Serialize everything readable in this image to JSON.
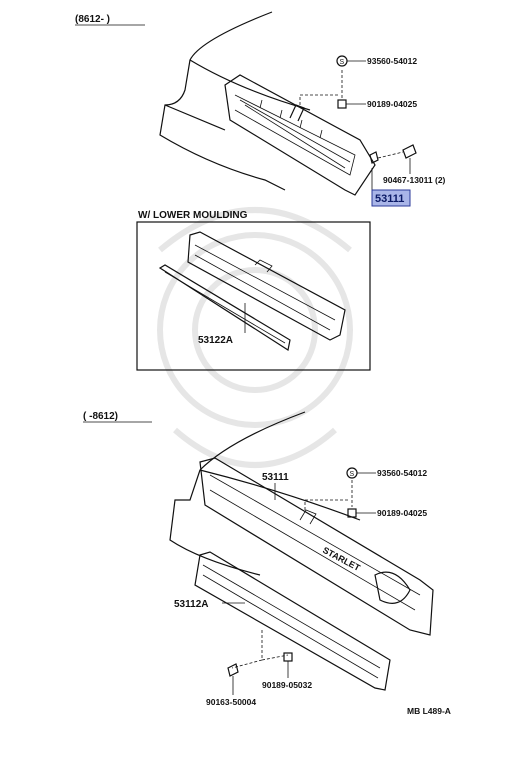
{
  "top_section": {
    "range_label": "(8612-      )",
    "parts": {
      "clip": "93560-54012",
      "nut": "90189-04025",
      "screw": "90467-13011 (2)",
      "grille_highlighted": "53111"
    }
  },
  "inset": {
    "title": "W/ LOWER MOULDING",
    "part": "53122A"
  },
  "bottom_section": {
    "range_label": "(      -8612)",
    "grille": "53111",
    "clip": "93560-54012",
    "nut": "90189-04025",
    "lower_grille": "53112A",
    "bolt": "90163-50004",
    "lower_nut": "90189-05032",
    "emblem_text": "STARLET"
  },
  "footer": {
    "ref_code": "MB  L489-A"
  },
  "colors": {
    "highlight_fill": "#a9b5e8",
    "highlight_border": "#2b3a99"
  }
}
